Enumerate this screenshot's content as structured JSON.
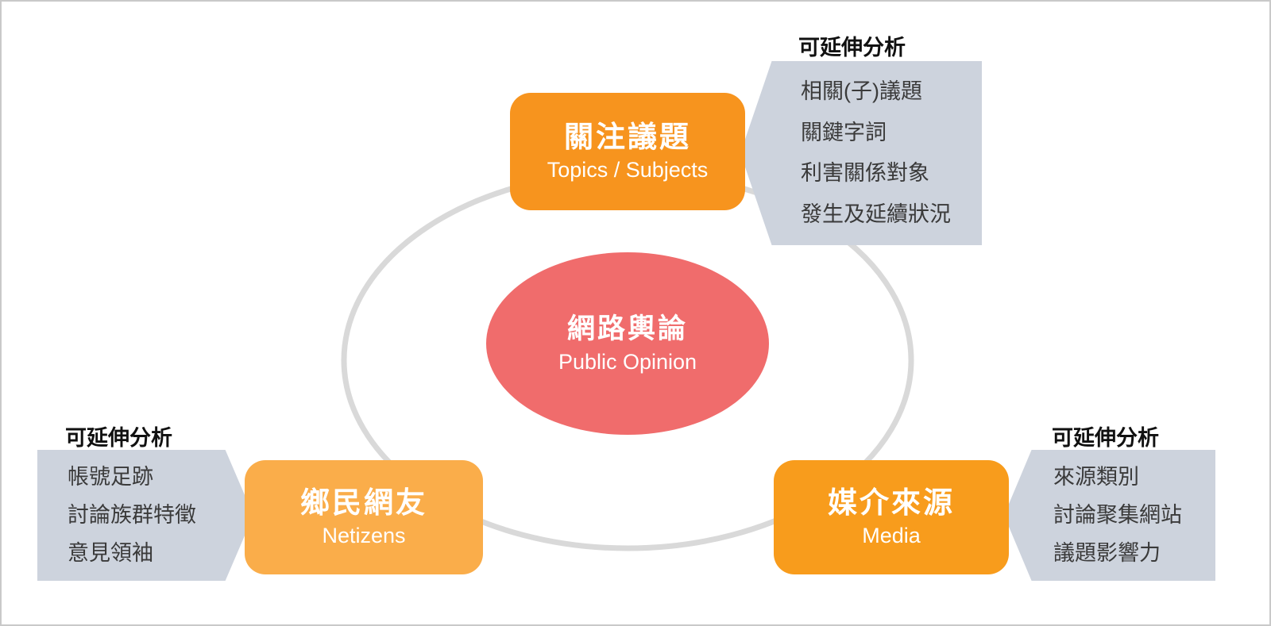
{
  "diagram": {
    "center": {
      "title": "網路輿論",
      "subtitle": "Public Opinion"
    },
    "nodes": [
      {
        "id": "topics",
        "title": "關注議題",
        "subtitle": "Topics / Subjects"
      },
      {
        "id": "netizens",
        "title": "鄉民網友",
        "subtitle": "Netizens"
      },
      {
        "id": "media",
        "title": "媒介來源",
        "subtitle": "Media"
      }
    ],
    "callouts": [
      {
        "id": "topics",
        "label": "可延伸分析",
        "items": [
          "相關(子)議題",
          "關鍵字詞",
          "利害關係對象",
          "發生及延續狀況"
        ]
      },
      {
        "id": "netizens",
        "label": "可延伸分析",
        "items": [
          "帳號足跡",
          "討論族群特徵",
          "意見領袖"
        ]
      },
      {
        "id": "media",
        "label": "可延伸分析",
        "items": [
          "來源類別",
          "討論聚集網站",
          "議題影響力"
        ]
      }
    ]
  },
  "colors": {
    "orange_top": "#F7941E",
    "orange_left": "#FAAD4A",
    "orange_right": "#F89C1C",
    "red_center": "#F06C6C",
    "gray_callout": "#CDD3DD",
    "ring_gray": "#D9D9D9",
    "text_dark": "#3A3A3A"
  }
}
